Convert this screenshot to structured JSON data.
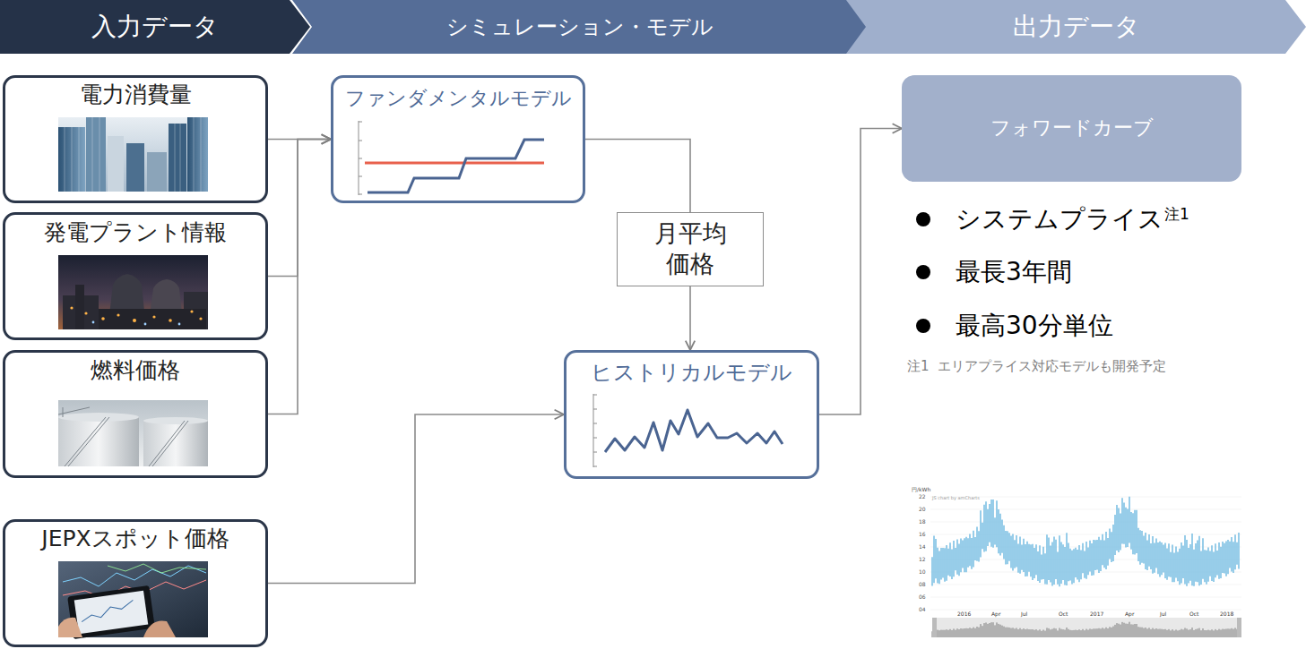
{
  "diagram": {
    "nodes": [
      {
        "text": [
          "入力データ"
        ]
      },
      {
        "text": [
          "シミュレーション・モデル"
        ]
      },
      {
        "text": [
          "出力データ"
        ]
      },
      {
        "text": [
          "電力消費量"
        ]
      },
      {
        "text": [
          "発電プラント情報"
        ]
      },
      {
        "text": [
          "燃料価格"
        ]
      },
      {
        "text": [
          "JEPXスポット価格"
        ]
      },
      {
        "text": [
          "ファンダメンタルモデル"
        ]
      },
      {
        "text": [
          "ヒストリカルモデル"
        ]
      },
      {
        "text": [
          "フォワードカーブ"
        ]
      }
    ],
    "edges": [
      {
        "from": 3,
        "to": 7,
        "arrow": "to"
      },
      {
        "from": 4,
        "to": 7,
        "arrow": "to"
      },
      {
        "from": 5,
        "to": 7,
        "arrow": "to"
      },
      {
        "from": 7,
        "to": 8,
        "label": "月平均 価格",
        "arrow": "to"
      },
      {
        "from": 6,
        "to": 8,
        "arrow": "to"
      },
      {
        "from": 8,
        "to": 9,
        "arrow": "to"
      }
    ],
    "labels": [
      "システムプライス",
      "注1",
      "最長3年間",
      "最高30分単位",
      "注1  エリアプライス対応モデルも開発予定",
      "円/kWh",
      "JS chart by amCharts",
      "22",
      "20",
      "18",
      "16",
      "14",
      "12",
      "10",
      "08",
      "06",
      "04",
      "2016",
      "Apr",
      "Jul",
      "Oct",
      "2017",
      "Apr",
      "Jul",
      "Oct",
      "2018"
    ]
  }
}
